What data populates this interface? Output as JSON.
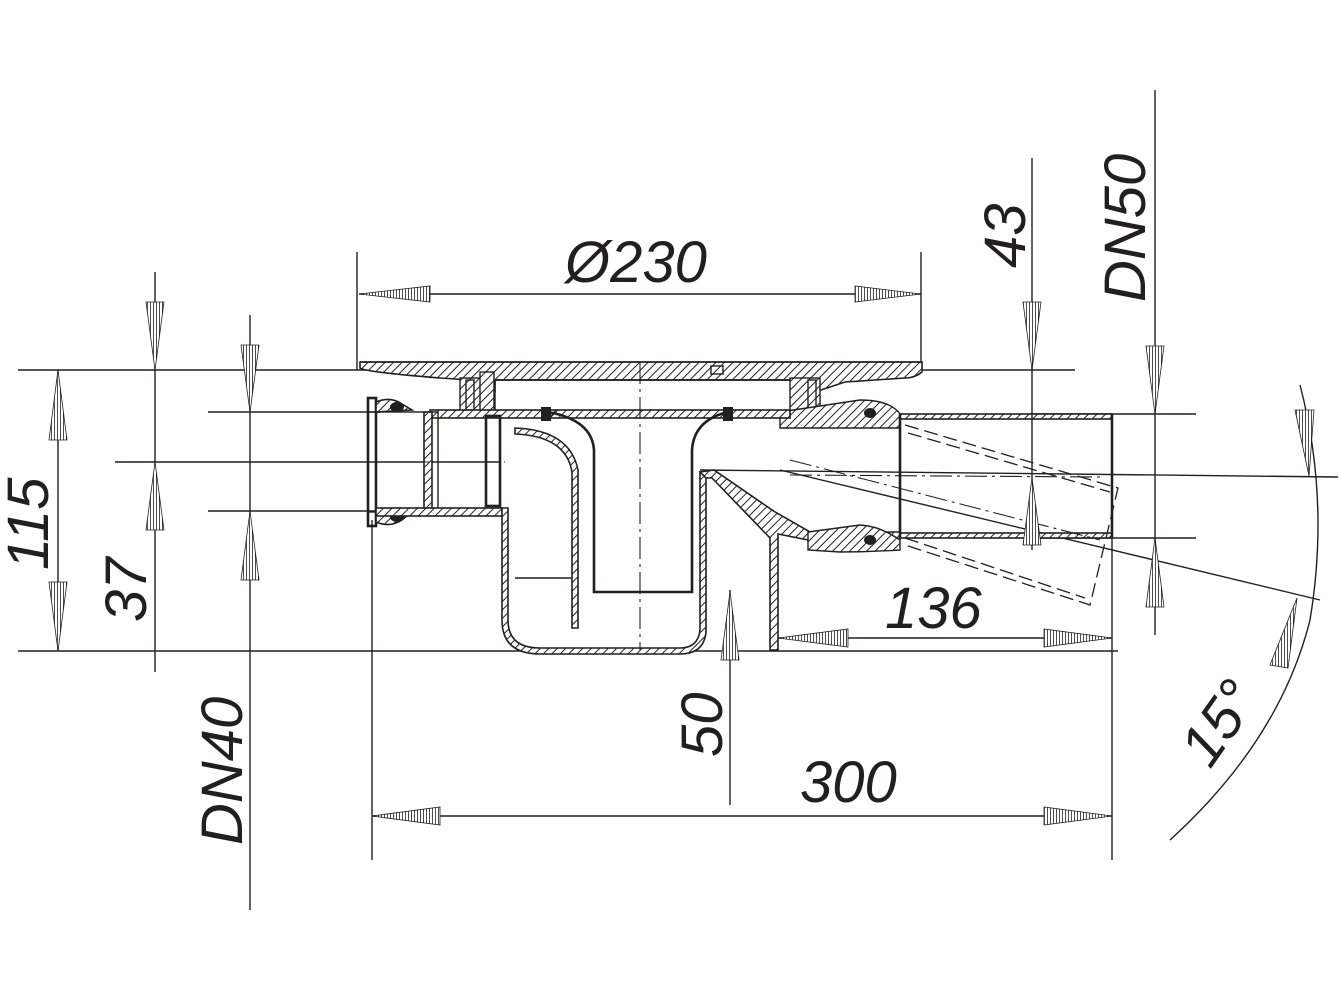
{
  "drawing": {
    "subject": "shower drain section",
    "colors": {
      "line": "#231f20",
      "background": "#ffffff"
    },
    "dimensions": {
      "flange_diameter": "Ø230",
      "total_height": "115",
      "inlet_center_height": "37",
      "inlet_nominal": "DN40",
      "outlet_offset": "43",
      "outlet_nominal": "DN50",
      "outlet_length": "136",
      "water_seal": "50",
      "total_length": "300",
      "outlet_angle": "15°"
    }
  }
}
